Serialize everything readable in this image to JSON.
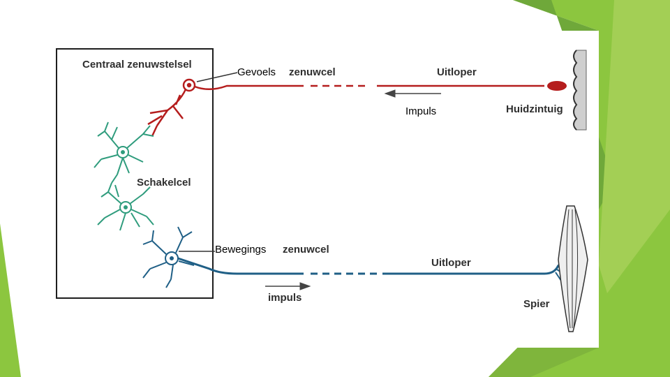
{
  "diagram": {
    "labels": {
      "central_nervous_system": "Centraal zenuwstelsel",
      "sensory_prefix": "Gevoels",
      "sensory_suffix": "zenuwcel",
      "sensory_axon": "Uitloper",
      "impulse_top": "Impuls",
      "skin_receptor": "Huidzintuig",
      "interneuron": "Schakelcel",
      "motor_prefix": "Bewegings",
      "motor_suffix": "zenuwcel",
      "motor_axon": "Uitloper",
      "impulse_bottom": "impuls",
      "muscle": "Spier"
    },
    "colors": {
      "sensory": "#b51d1d",
      "interneuron": "#2f9c7d",
      "motor": "#1f5f86",
      "accent_green": "#8cc63f",
      "accent_green_dark": "#5f9a2c"
    }
  }
}
